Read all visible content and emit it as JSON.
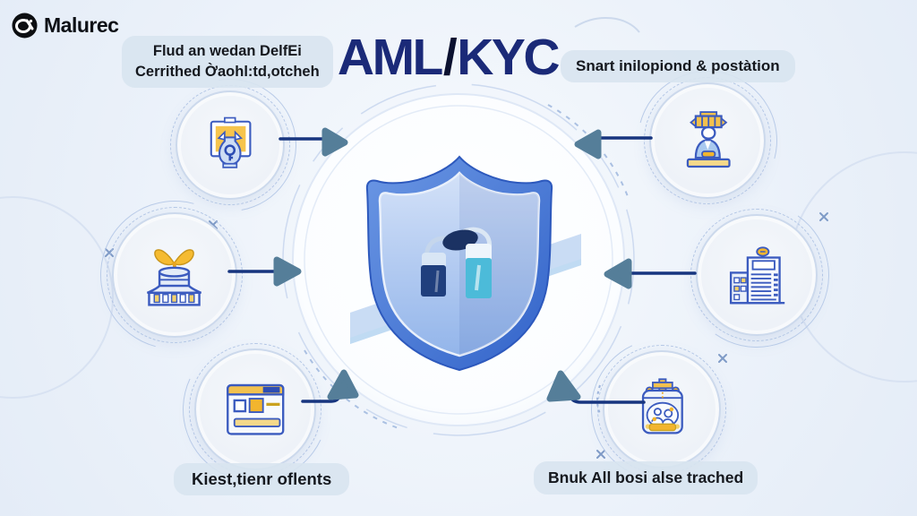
{
  "brand": {
    "name": "Malurec"
  },
  "title": {
    "part1": "AML",
    "slash": "/",
    "part2": "KYC"
  },
  "callouts": {
    "top_left_line1": "Flud an wedan DelfEi",
    "top_left_line2": "Cerrithed Ờaohl:td,otcheh",
    "top_right": "Snart inilopiond & postàtion",
    "bottom_left": "Kiest,tienr oflents",
    "bottom_right": "Bnuk All bosi alse trached"
  },
  "center": {
    "subject": "shield-with-two-padlocks",
    "ribbon": "light-blue-banner"
  },
  "nodes": [
    {
      "id": "top-left",
      "icon": "certificate-frame-icon"
    },
    {
      "id": "middle-left",
      "icon": "award-pedestal-icon"
    },
    {
      "id": "bottom-left",
      "icon": "form-window-icon"
    },
    {
      "id": "top-right",
      "icon": "official-person-icon"
    },
    {
      "id": "middle-right",
      "icon": "bank-ledger-building-icon"
    },
    {
      "id": "bottom-right",
      "icon": "clients-box-icon"
    }
  ],
  "colors": {
    "background": "#ecf2fa",
    "title_navy": "#1b2a78",
    "title_slash": "#0b1130",
    "pill_background": "#d8e4ef",
    "label_text": "#15181e",
    "icon_stroke_blue": "#3b5bbf",
    "icon_yellow": "#f2b52e",
    "shield_blue": "#4073d2",
    "shield_inner_blue": "#b7cdf0",
    "padlock_navy": "#203f7d",
    "padlock_teal": "#4cbbd9",
    "arrow_line": "#17357f",
    "arrow_head": "#557e99",
    "ring_blue": "#aabfe2"
  }
}
